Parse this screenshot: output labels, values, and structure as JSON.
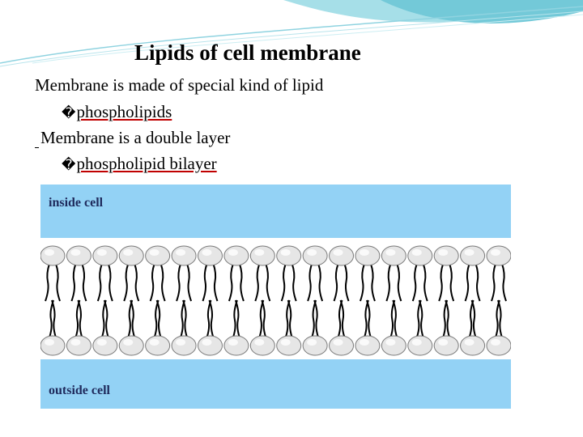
{
  "slide": {
    "title": "Lipids of cell membrane",
    "lines": [
      {
        "text": "Membrane is made of special kind of lipid"
      },
      {
        "bullet": "�",
        "text": "phospholipids"
      },
      {
        "text": "Membrane is a double layer"
      },
      {
        "bullet": "�",
        "text": "phospholipid bilayer"
      }
    ]
  },
  "diagram": {
    "inside_label": "inside cell",
    "outside_label": "outside cell",
    "heads_per_row": 18,
    "colors": {
      "background": "#93d2f5",
      "head": "#e6e6e6",
      "tail": "#000000",
      "deco": "#8fd3e0"
    }
  }
}
